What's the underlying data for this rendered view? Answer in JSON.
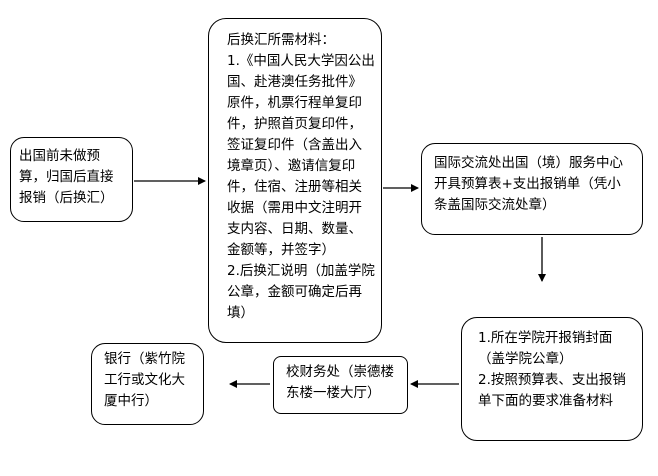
{
  "nodes": {
    "pre_departure": "出国前未做预算，归国后直接报销（后换汇）",
    "materials_title": "后换汇所需材料：",
    "materials_item1": "1.《中国人民大学因公出国、赴港澳任务批件》原件，机票行程单复印件，护照首页复印件，签证复印件（含盖出入境章页）、邀请信复印件，住宿、注册等相关收据（需用中文注明开支内容、日期、数量、金额等，并签字）",
    "materials_item2": "2.后换汇说明（加盖学院公章，金额可确定后再填）",
    "intl_office": "国际交流处出国（境）服务中心开具预算表+支出报销单（凭小条盖国际交流处章）",
    "college_step1": "1.所在学院开报销封面（盖学院公章）",
    "college_step2": "2.按照预算表、支出报销单下面的要求准备材料",
    "finance": "校财务处（崇德楼东楼一楼大厅）",
    "bank": "银行（紫竹院工行或文化大厦中行）"
  }
}
